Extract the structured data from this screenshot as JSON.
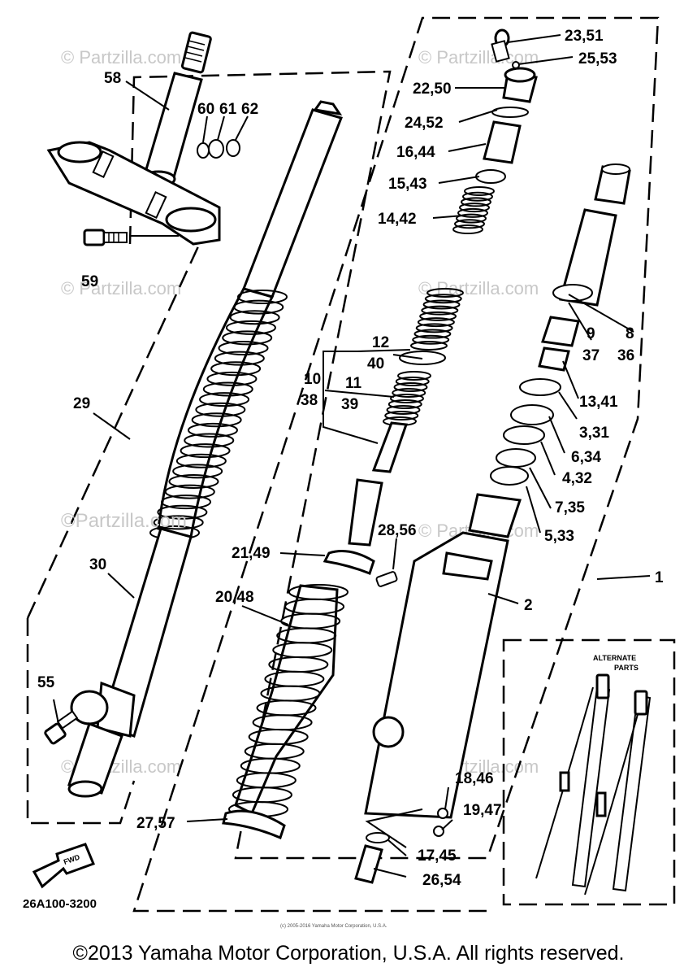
{
  "watermark": "© Partzilla.com",
  "watermark_large": "©Partzilla.com",
  "callouts": {
    "c23_51": "23,51",
    "c25_53": "25,53",
    "c22_50": "22,50",
    "c24_52": "24,52",
    "c16_44": "16,44",
    "c15_43": "15,43",
    "c14_42": "14,42",
    "c58": "58",
    "c60": "60",
    "c61": "61",
    "c62": "62",
    "c59": "59",
    "c12": "12",
    "c40": "40",
    "c10": "10",
    "c38": "38",
    "c11": "11",
    "c39": "39",
    "c9": "9",
    "c8": "8",
    "c37": "37",
    "c36": "36",
    "c13_41": "13,41",
    "c3_31": "3,31",
    "c6_34": "6,34",
    "c4_32": "4,32",
    "c7_35": "7,35",
    "c5_33": "5,33",
    "c29": "29",
    "c28_56": "28,56",
    "c21_49": "21,49",
    "c20_48": "20,48",
    "c30": "30",
    "c1": "1",
    "c2": "2",
    "c55": "55",
    "c18_46": "18,46",
    "c19_47": "19,47",
    "c17_45": "17,45",
    "c26_54": "26,54",
    "c27_57": "27,57"
  },
  "alternate_line1": "ALTERNATE",
  "alternate_line2": "PARTS",
  "fwd": "FWD",
  "diagram_code": "26A100-3200",
  "fine_print": "(c) 2005-2016 Yamaha Motor Corporation, U.S.A.",
  "copyright": "©2013 Yamaha Motor Corporation, U.S.A. All rights reserved."
}
